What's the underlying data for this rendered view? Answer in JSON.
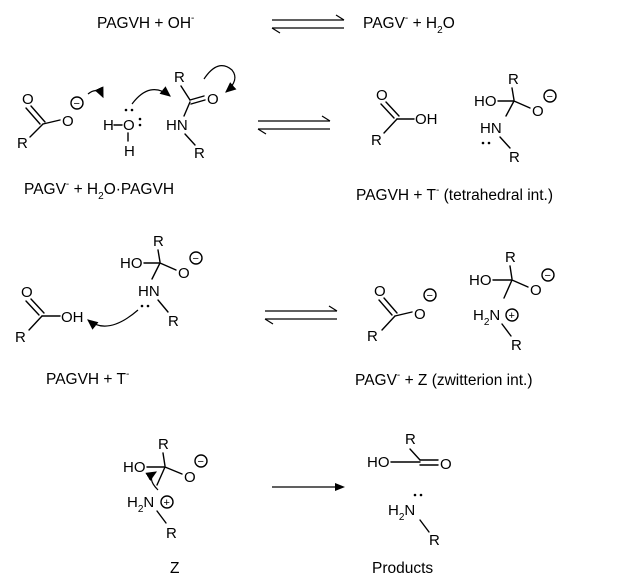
{
  "equations": {
    "eq1_left": "PAGVH + OH",
    "eq1_left_sup": "-",
    "eq1_right": "PAGV",
    "eq1_right_sup": "-",
    "eq1_right_tail": " + H",
    "eq1_right_sub": "2",
    "eq1_right_end": "O",
    "eq2_left_a": "PAGV",
    "eq2_left_sup": "-",
    "eq2_left_b": " + H",
    "eq2_left_sub": "2",
    "eq2_left_c": "O·PAGVH",
    "eq2_right_a": "PAGVH + T",
    "eq2_right_sup": "-",
    "eq2_right_b": " (tetrahedral int.)",
    "eq3_left_a": "PAGVH + T",
    "eq3_left_sup": "-",
    "eq3_right_a": "PAGV",
    "eq3_right_sup": "-",
    "eq3_right_b": " + Z (zwitterion int.)",
    "eq4_left": "Z",
    "eq4_right": "Products"
  },
  "atoms": {
    "O": "O",
    "R": "R",
    "H": "H",
    "OH": "OH",
    "HO": "HO",
    "HN": "HN",
    "H2N_H": "H",
    "H2N_2": "2",
    "H2N_N": "N",
    "minus": "−",
    "plus": "+"
  }
}
